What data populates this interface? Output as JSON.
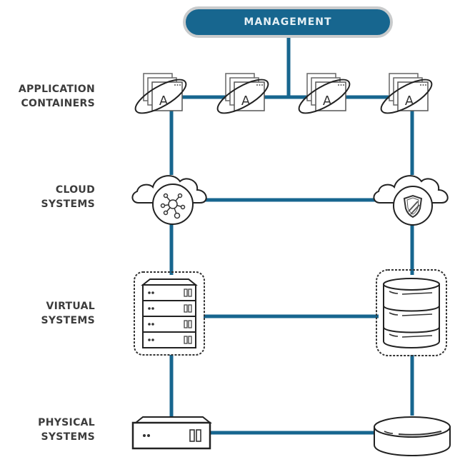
{
  "management": {
    "label": "MANAGEMENT"
  },
  "layers": [
    {
      "id": "application-containers",
      "label": "APPLICATION\nCONTAINERS"
    },
    {
      "id": "cloud-systems",
      "label": "CLOUD\nSYSTEMS"
    },
    {
      "id": "virtual-systems",
      "label": "VIRTUAL\nSYSTEMS"
    },
    {
      "id": "physical-systems",
      "label": "PHYSICAL\nSYSTEMS"
    }
  ],
  "containers": [
    {
      "icon": "app-container-icon",
      "letter": "A"
    },
    {
      "icon": "app-container-icon",
      "letter": "A"
    },
    {
      "icon": "app-container-icon",
      "letter": "A"
    },
    {
      "icon": "app-container-icon",
      "letter": "A"
    }
  ],
  "nodes": {
    "cloud_left": {
      "icon": "cloud-network-hub-icon"
    },
    "cloud_right": {
      "icon": "cloud-security-shield-icon"
    },
    "virtual_left": {
      "icon": "virtual-server-rack-icon"
    },
    "virtual_right": {
      "icon": "virtual-database-icon"
    },
    "physical_left": {
      "icon": "physical-server-icon"
    },
    "physical_right": {
      "icon": "physical-disk-icon"
    }
  },
  "colors": {
    "connector": "#17668f",
    "management_fill": "#17668f",
    "management_border": "#c9cbcc",
    "icon_stroke": "#222222",
    "label_text": "#3c3c3c"
  }
}
